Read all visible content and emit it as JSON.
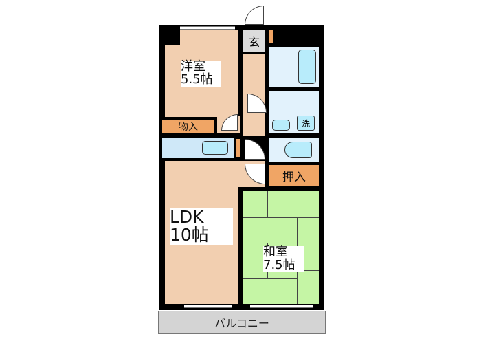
{
  "floor_plan": {
    "rooms": [
      {
        "id": "western-room",
        "name": "洋室",
        "size": "5.5帖"
      },
      {
        "id": "ldk",
        "name": "LDK",
        "size": "10帖"
      },
      {
        "id": "japanese-room",
        "name": "和室",
        "size": "7.5帖"
      }
    ],
    "labels": {
      "entrance": "玄",
      "closet_western": "物入",
      "closet_japanese": "押入",
      "washer": "洗",
      "balcony": "バルコニー"
    },
    "colors": {
      "wall": "#000000",
      "floor": "#f2cfb0",
      "wet_area": "#e2f2fc",
      "fixture": "#b8ecfb",
      "storage": "#f0a565",
      "tatami": "#c5f5a5",
      "balcony": "#d4d4d4",
      "entrance": "#dcdcdc"
    }
  }
}
